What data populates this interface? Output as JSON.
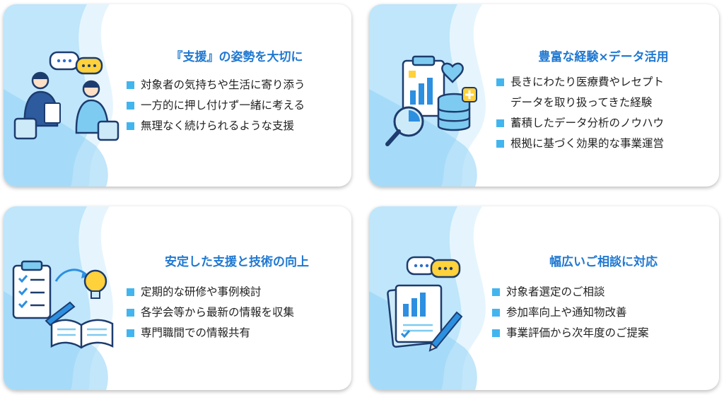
{
  "colors": {
    "accent_blue": "#1f78d1",
    "bullet": "#43b5ee",
    "wave_light": "#e6f5fd",
    "wave_mid": "#bfe6fb",
    "wave_deep": "#8fd2f6"
  },
  "cards": [
    {
      "title": "『支援』の姿勢を大切に",
      "icon": "consultation-icon",
      "points": [
        "対象者の気持ちや生活に寄り添う",
        "一方的に押し付けず一緒に考える",
        "無理なく続けられるような支援"
      ]
    },
    {
      "title": "豊富な経験×データ活用",
      "icon": "data-analysis-icon",
      "points": [
        "長きにわたり医療費やレセプト",
        "データを取り扱ってきた経験",
        "蓄積したデータ分析のノウハウ",
        "根拠に基づく効果的な事業運営"
      ]
    },
    {
      "title": "安定した支援と技術の向上",
      "icon": "study-checklist-icon",
      "points": [
        "定期的な研修や事例検討",
        "各学会等から最新の情報を収集",
        "専門職間での情報共有"
      ]
    },
    {
      "title": "幅広いご相談に対応",
      "icon": "report-chat-icon",
      "points": [
        "対象者選定のご相談",
        "参加率向上や通知物改善",
        "事業評価から次年度のご提案"
      ]
    }
  ]
}
